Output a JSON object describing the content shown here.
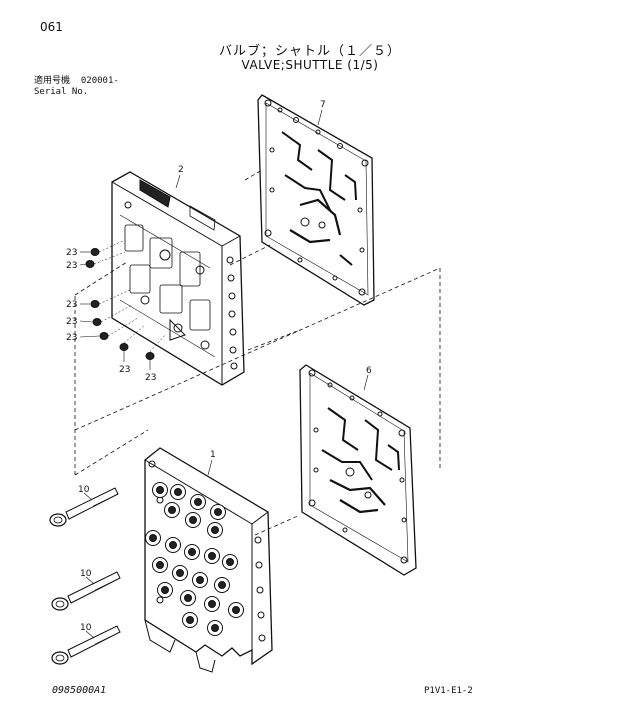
{
  "header": {
    "page_number": "061",
    "title_jp": "バルブ；シャトル（１／５）",
    "title_en": "VALVE;SHUTTLE (1/5)",
    "serial_label_jp": "適用号機",
    "serial_value": "020001-",
    "serial_label_en": "Serial No."
  },
  "footer": {
    "figure_code": "0985000A1",
    "sheet_ref": "P1V1-E1-2"
  },
  "callouts": {
    "plate_top": "7",
    "valve_block_top": "2",
    "plate_lower": "6",
    "valve_body": "1",
    "bolt": "10",
    "plug": "23"
  }
}
